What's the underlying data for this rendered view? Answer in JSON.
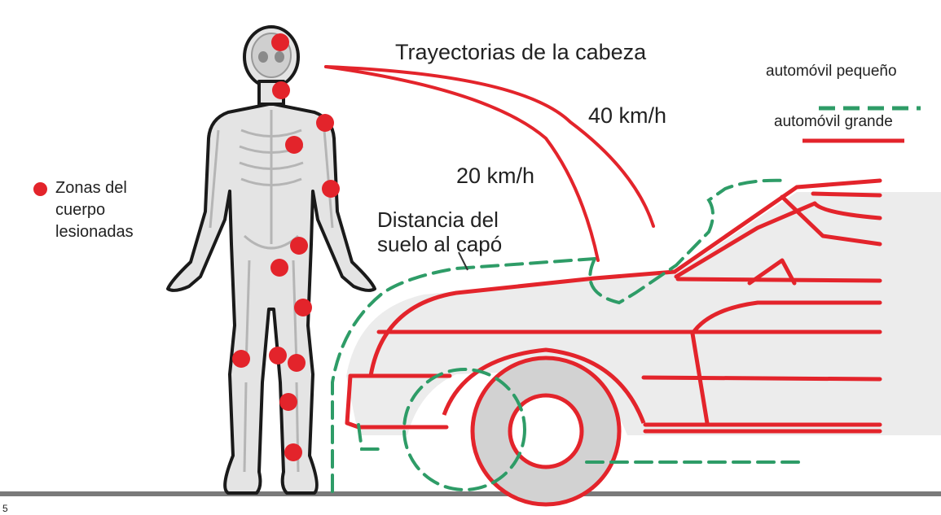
{
  "diagram": {
    "title": "Trayectorias de la cabeza",
    "speed_high": "40 km/h",
    "speed_low": "20 km/h",
    "hood_distance_line1": "Distancia del",
    "hood_distance_line2": "suelo al capó",
    "injury_zones_line1": "Zonas del",
    "injury_zones_line2": "cuerpo",
    "injury_zones_line3": "lesionadas",
    "figure_number": "5"
  },
  "legend": {
    "small_car": "automóvil pequeño",
    "large_car": "automóvil grande"
  },
  "colors": {
    "large_car": "#e3242b",
    "small_car": "#2e9c67",
    "injury_dot": "#e3242b",
    "body_fill": "#e4e4e4",
    "ground": "#7a7a7a"
  }
}
